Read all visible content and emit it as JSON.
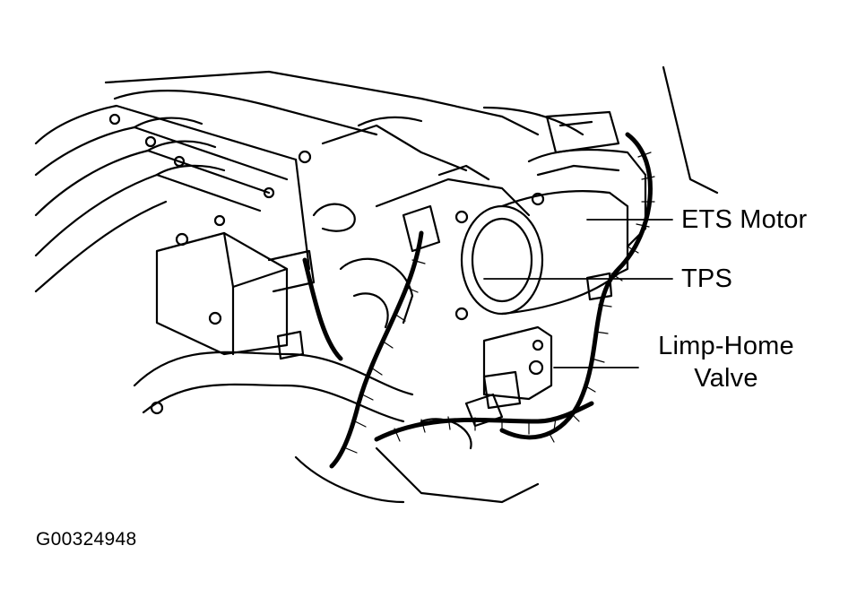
{
  "callouts": {
    "ets_motor": "ETS Motor",
    "tps": "TPS",
    "limp_home_line1": "Limp-Home",
    "limp_home_line2": "Valve"
  },
  "figure_id": "G00324948",
  "colors": {
    "ink": "#000000",
    "paper": "#ffffff"
  }
}
